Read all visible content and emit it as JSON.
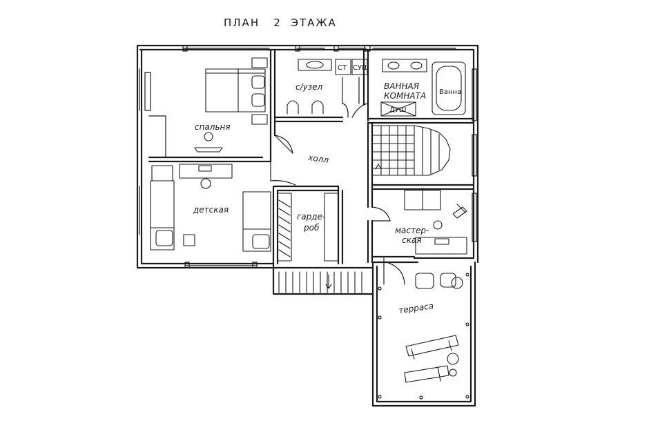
{
  "title": "ПЛАН   2  ЭТАЖА",
  "rooms": {
    "bedroom": "спальня",
    "wc": "с/узел",
    "bathroom_line1": "ВАННАЯ",
    "bathroom_line2": "КОМНАТА",
    "hall": "холл",
    "kids": "детская",
    "wardrobe_line1": "гардe-",
    "wardrobe_line2": "роб",
    "workshop_line1": "мастер-",
    "workshop_line2": "ская",
    "terrace": "терраса"
  },
  "fixtures": {
    "st": "СТ",
    "sush": "СУШ",
    "dush": "ДУШ",
    "vanna": "Ванна"
  }
}
